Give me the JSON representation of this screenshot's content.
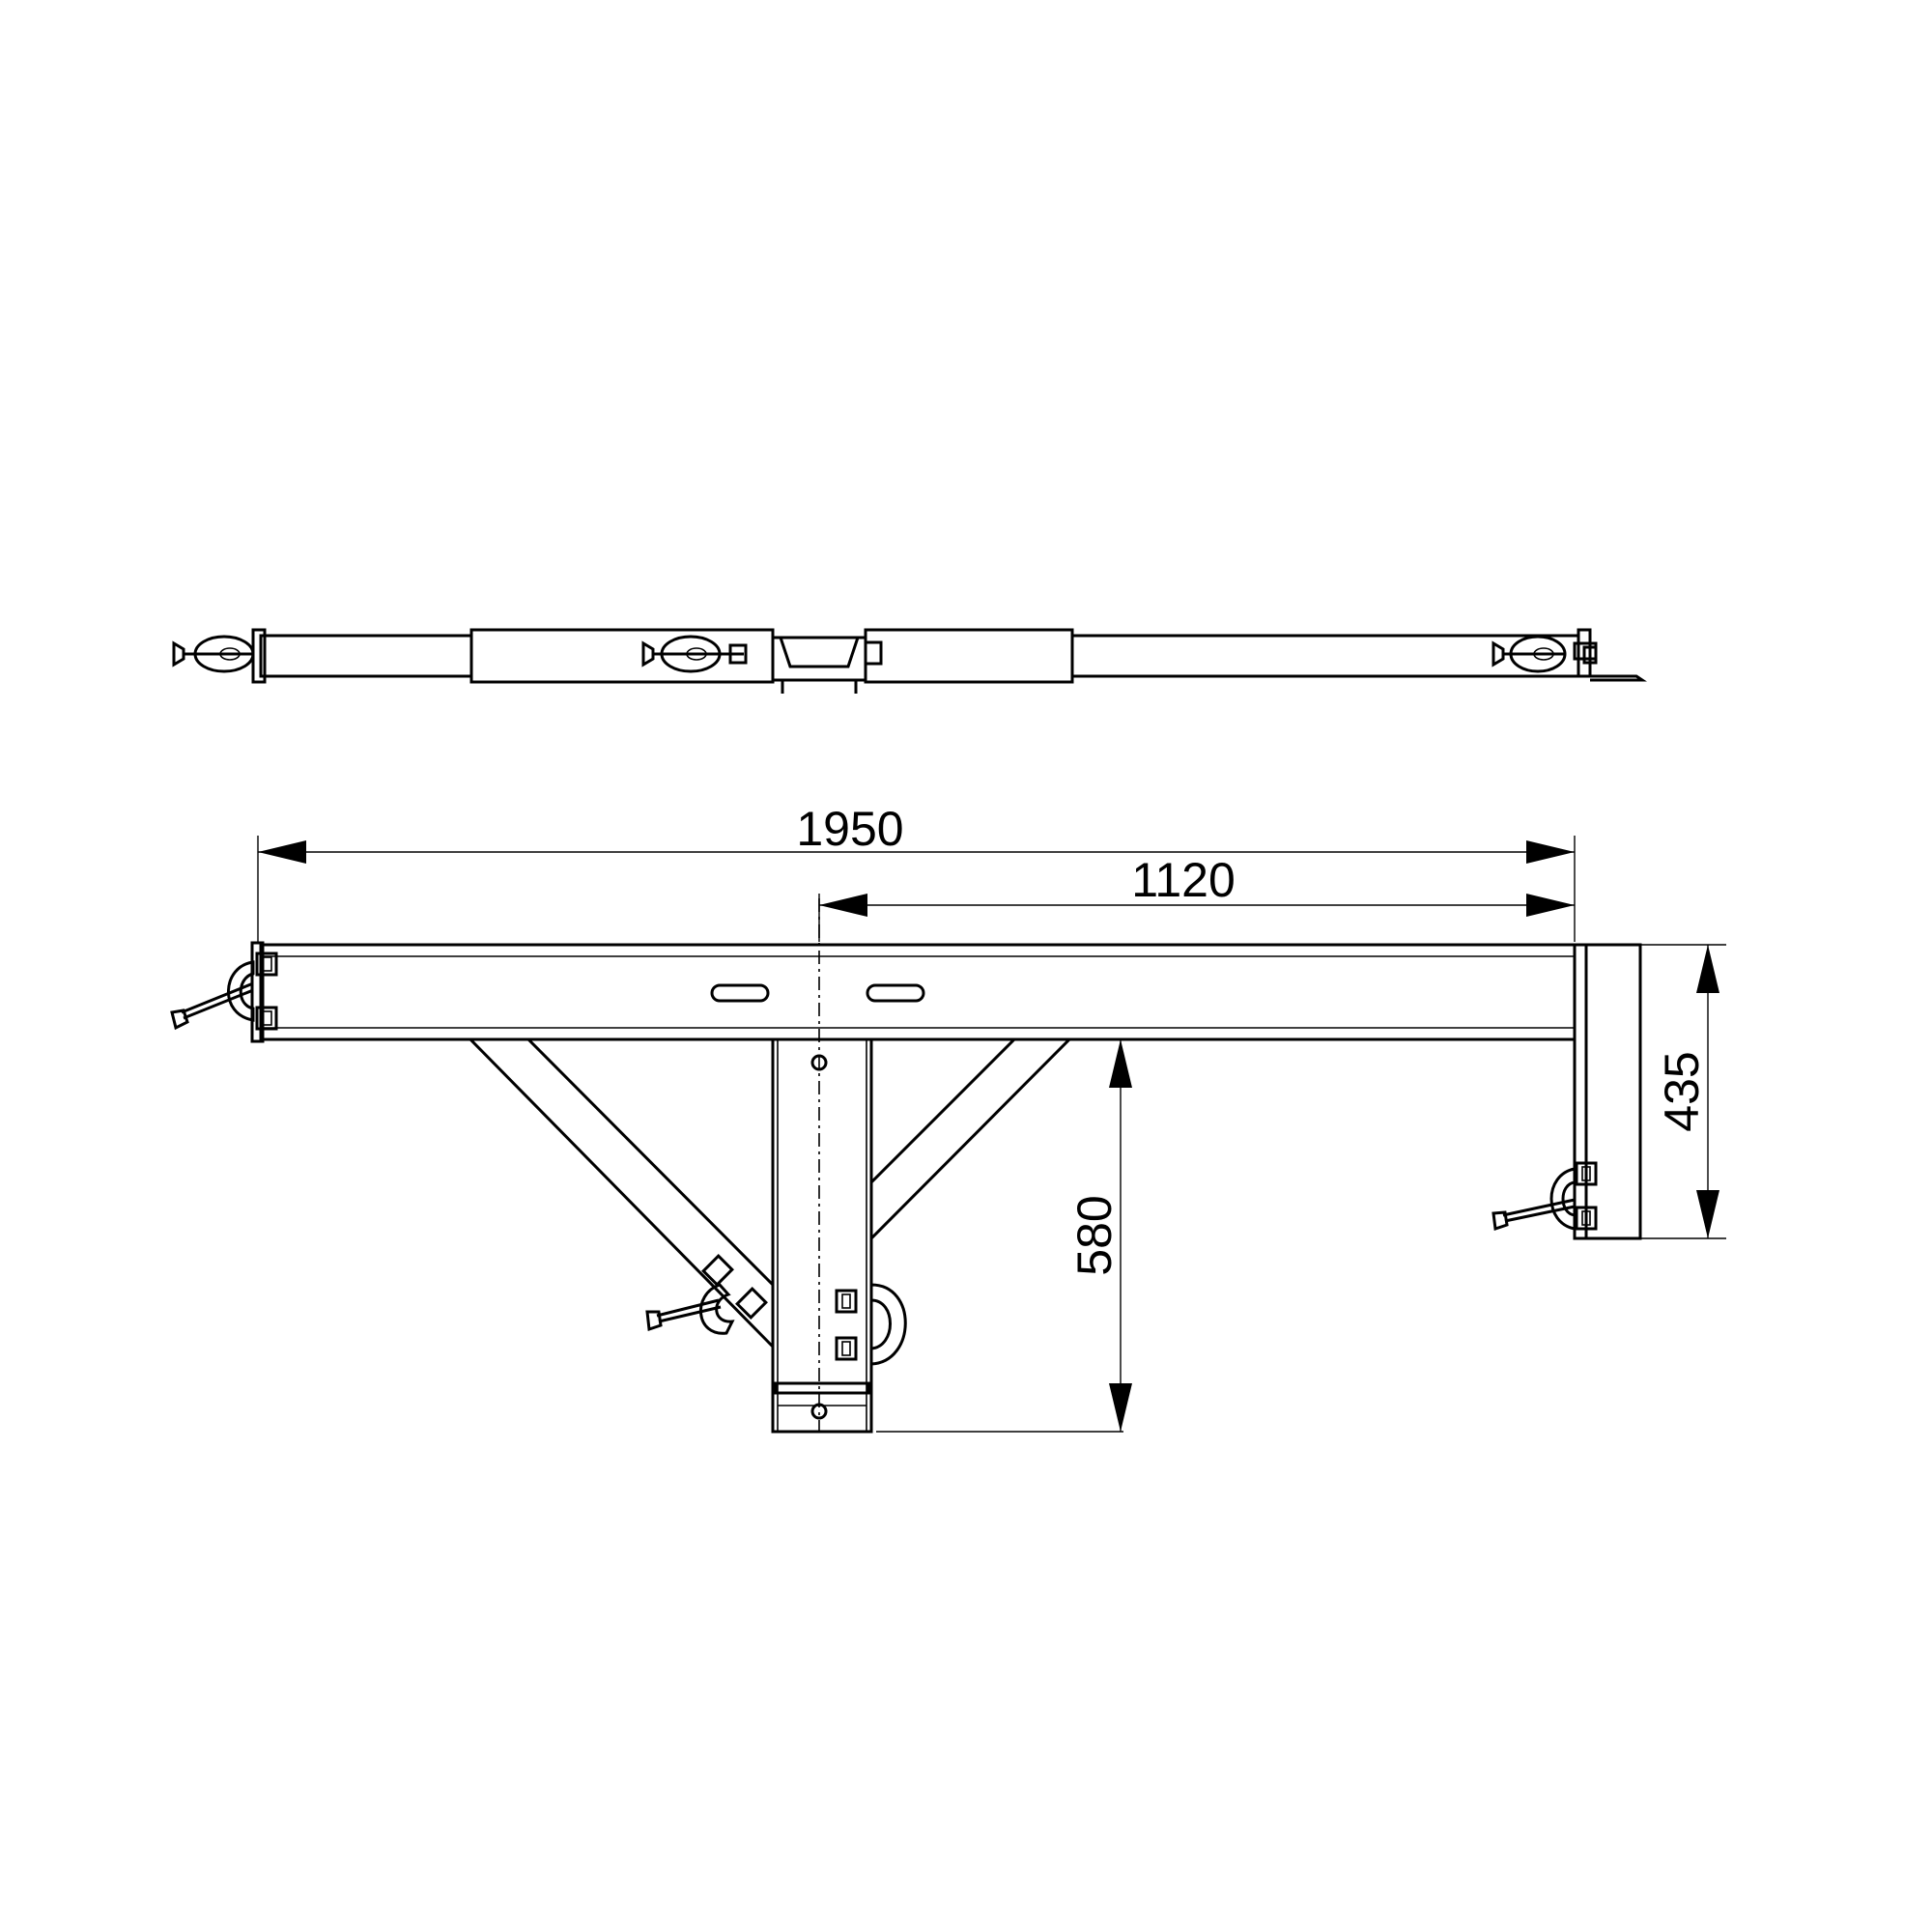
{
  "dimensions": {
    "overall_length": "1950",
    "pole_to_end": "1120",
    "pole_height": "580",
    "end_plate_height": "435"
  }
}
